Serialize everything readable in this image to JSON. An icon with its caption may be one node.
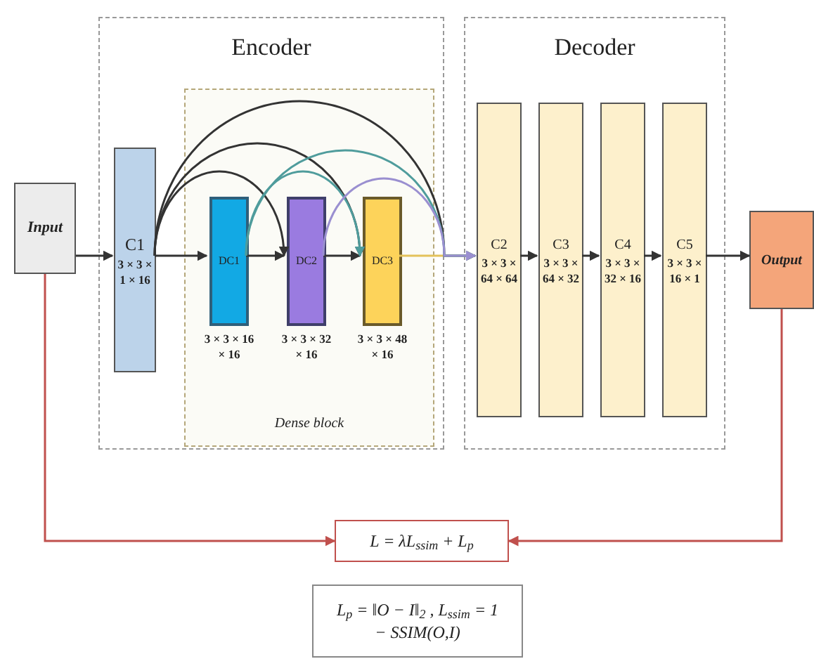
{
  "diagram": {
    "nodes": [
      {
        "text": [
          "Input"
        ]
      },
      {
        "text": [
          "Encoder"
        ]
      },
      {
        "text": [
          "C1",
          "3 × 3 × 1 × 16"
        ],
        "in": 1
      },
      {
        "text": [
          "Dense block"
        ],
        "in": 1
      },
      {
        "text": [
          "DC1"
        ],
        "in": 3,
        "beside": [
          "3 × 3 × 16 × 16"
        ]
      },
      {
        "text": [
          "DC2"
        ],
        "in": 3,
        "beside": [
          "3 × 3 × 32 × 16"
        ]
      },
      {
        "text": [
          "DC3"
        ],
        "in": 3,
        "beside": [
          "3 × 3 × 48 × 16"
        ]
      },
      {
        "text": [
          "Decoder"
        ]
      },
      {
        "text": [
          "C2",
          "3 × 3 × 64 × 64"
        ],
        "in": 7
      },
      {
        "text": [
          "C3",
          "3 × 3 × 64 × 32"
        ],
        "in": 7
      },
      {
        "text": [
          "C4",
          "3 × 3 × 32 × 16"
        ],
        "in": 7
      },
      {
        "text": [
          "C5",
          "3 × 3 × 16 × 1"
        ],
        "in": 7
      },
      {
        "text": [
          "Output"
        ]
      },
      {
        "text": [
          "L = λL$_{ssim}$ + L$_{p}$"
        ]
      },
      {
        "text": [
          "L$_{p}$ = ‖O − I‖$_{2}$ , L$_{ssim}$ = 1 − SSIM(O,I)"
        ]
      }
    ],
    "edges": [
      {
        "from": 0,
        "to": 2,
        "arrow": "to"
      },
      {
        "from": 2,
        "to": 4,
        "arrow": "to"
      },
      {
        "from": 4,
        "to": 5,
        "arrow": "to"
      },
      {
        "from": 5,
        "to": 6,
        "arrow": "to"
      },
      {
        "from": 6,
        "to": 8,
        "arrow": "to",
        "color": "#e3c25a"
      },
      {
        "from": 2,
        "to": 5,
        "arrow": "to"
      },
      {
        "from": 2,
        "to": 6,
        "arrow": "to"
      },
      {
        "from": 2,
        "to": 8,
        "arrow": "to"
      },
      {
        "from": 4,
        "to": 6,
        "arrow": "to",
        "color": "#4f9c9c"
      },
      {
        "from": 4,
        "to": 8,
        "arrow": "to",
        "color": "#4f9c9c"
      },
      {
        "from": 5,
        "to": 8,
        "arrow": "to",
        "color": "#9a8fd0"
      },
      {
        "from": 8,
        "to": 9,
        "arrow": "to"
      },
      {
        "from": 9,
        "to": 10,
        "arrow": "to"
      },
      {
        "from": 10,
        "to": 11,
        "arrow": "to"
      },
      {
        "from": 11,
        "to": 12,
        "arrow": "to"
      },
      {
        "from": 0,
        "to": 13,
        "arrow": "to",
        "color": "#c0504d"
      },
      {
        "from": 12,
        "to": 13,
        "arrow": "to",
        "color": "#c0504d"
      }
    ]
  }
}
